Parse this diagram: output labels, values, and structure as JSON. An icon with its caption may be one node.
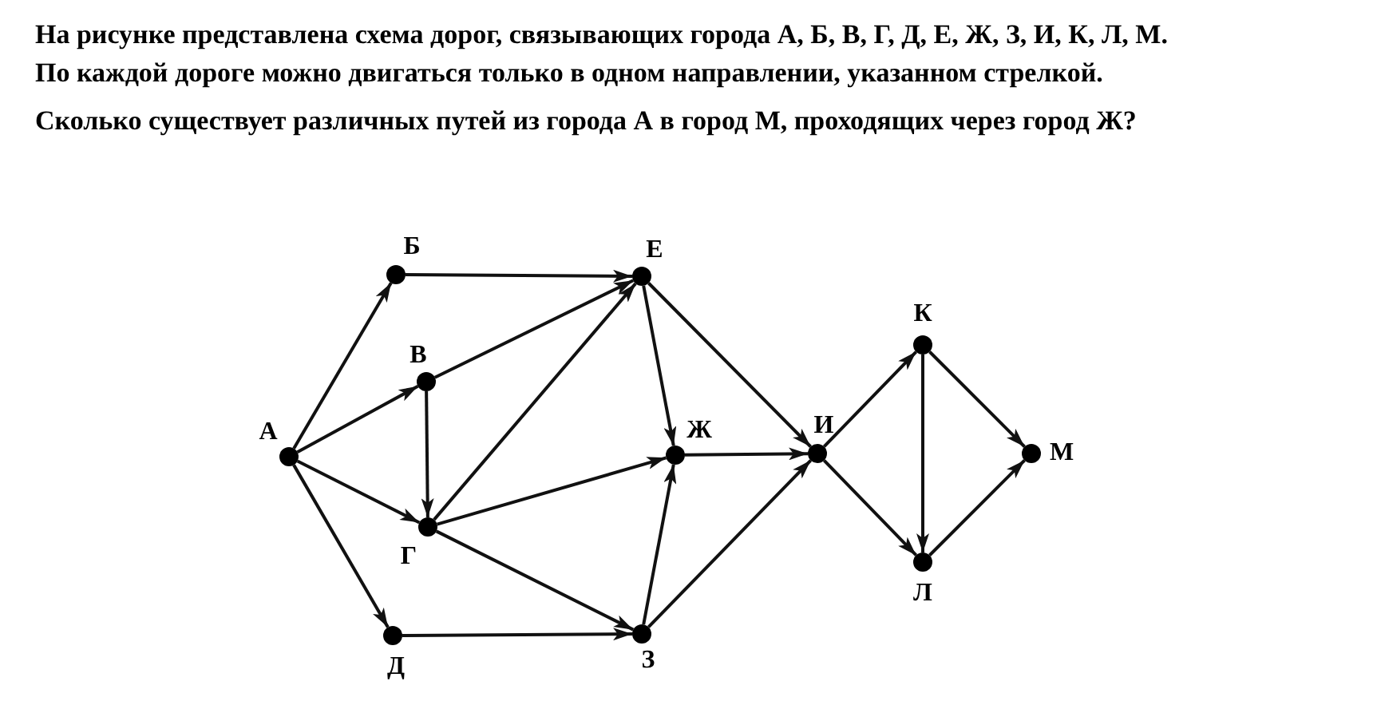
{
  "diagram": {
    "nodes": [
      {
        "text": [
          "А"
        ]
      },
      {
        "text": [
          "Б"
        ]
      },
      {
        "text": [
          "В"
        ]
      },
      {
        "text": [
          "Г"
        ]
      },
      {
        "text": [
          "Д"
        ]
      },
      {
        "text": [
          "Е"
        ]
      },
      {
        "text": [
          "Ж"
        ]
      },
      {
        "text": [
          "З"
        ]
      },
      {
        "text": [
          "И"
        ]
      },
      {
        "text": [
          "К"
        ]
      },
      {
        "text": [
          "Л"
        ]
      },
      {
        "text": [
          "М"
        ]
      }
    ],
    "edges": [
      {
        "from": 0,
        "to": 1,
        "arrow": "to"
      },
      {
        "from": 0,
        "to": 2,
        "arrow": "to"
      },
      {
        "from": 0,
        "to": 3,
        "arrow": "to"
      },
      {
        "from": 0,
        "to": 4,
        "arrow": "to"
      },
      {
        "from": 1,
        "to": 5,
        "arrow": "to"
      },
      {
        "from": 2,
        "to": 5,
        "arrow": "to"
      },
      {
        "from": 2,
        "to": 3,
        "arrow": "to"
      },
      {
        "from": 3,
        "to": 5,
        "arrow": "to"
      },
      {
        "from": 3,
        "to": 6,
        "arrow": "to"
      },
      {
        "from": 3,
        "to": 7,
        "arrow": "to"
      },
      {
        "from": 4,
        "to": 7,
        "arrow": "to"
      },
      {
        "from": 5,
        "to": 6,
        "arrow": "to"
      },
      {
        "from": 5,
        "to": 8,
        "arrow": "to"
      },
      {
        "from": 7,
        "to": 6,
        "arrow": "to"
      },
      {
        "from": 7,
        "to": 8,
        "arrow": "to"
      },
      {
        "from": 6,
        "to": 8,
        "arrow": "to"
      },
      {
        "from": 8,
        "to": 9,
        "arrow": "to"
      },
      {
        "from": 8,
        "to": 10,
        "arrow": "to"
      },
      {
        "from": 9,
        "to": 10,
        "arrow": "to"
      },
      {
        "from": 9,
        "to": 11,
        "arrow": "to"
      },
      {
        "from": 10,
        "to": 11,
        "arrow": "to"
      }
    ],
    "labels": [
      "На рисунке представлена схема дорог, связывающих города А, Б, В, Г, Д, Е, Ж, З, И, К, Л, М.",
      "По каждой дороге можно двигаться только в одном направлении, указанном стрелкой.",
      "Сколько существует различных путей из города А в город М, проходящих через город Ж?"
    ]
  }
}
